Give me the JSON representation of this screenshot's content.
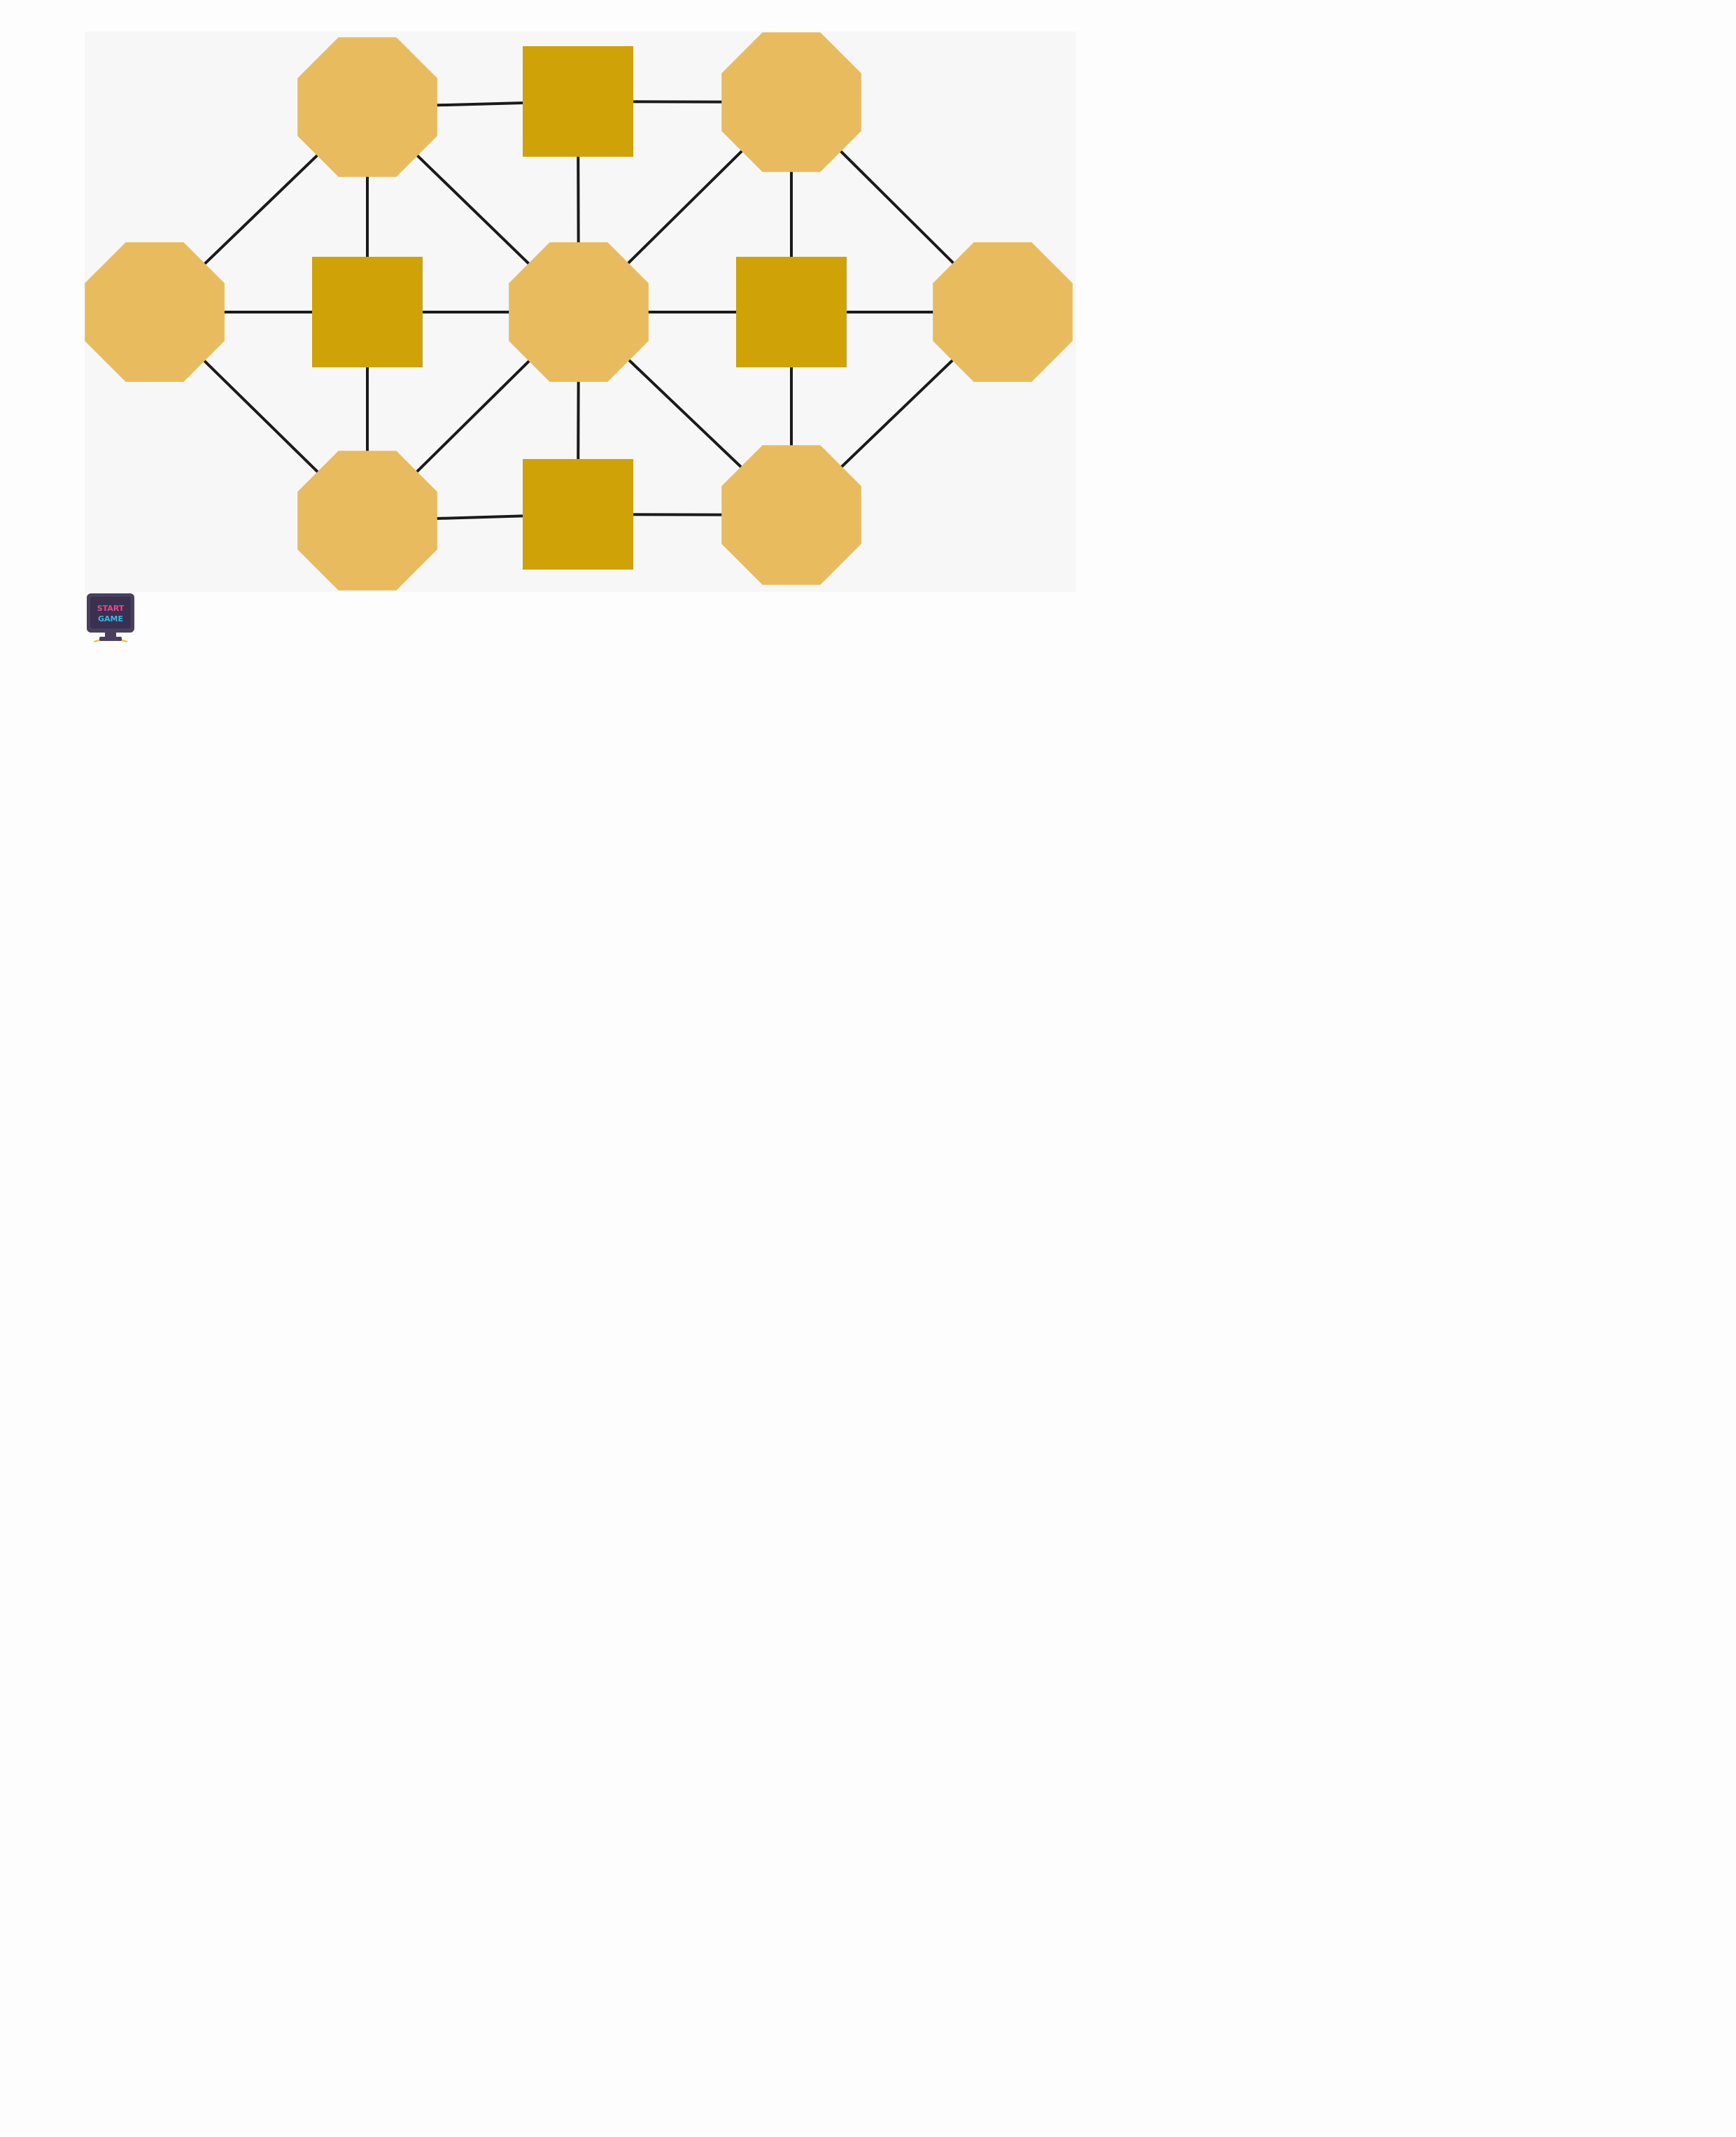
{
  "game": {
    "board": {
      "background_color": "#f7f7f7",
      "edge_color": "#1a1a1a",
      "octagon_color": "#e8bc5e",
      "square_color": "#cfa308",
      "nodes": [
        {
          "id": "oct-top-left",
          "shape": "octagon"
        },
        {
          "id": "square-top",
          "shape": "square"
        },
        {
          "id": "oct-top-right",
          "shape": "octagon"
        },
        {
          "id": "oct-mid-left",
          "shape": "octagon"
        },
        {
          "id": "square-mid-left",
          "shape": "square"
        },
        {
          "id": "oct-center",
          "shape": "octagon"
        },
        {
          "id": "square-mid-right",
          "shape": "square"
        },
        {
          "id": "oct-mid-right",
          "shape": "octagon"
        },
        {
          "id": "oct-bottom-left",
          "shape": "octagon"
        },
        {
          "id": "square-bottom",
          "shape": "square"
        },
        {
          "id": "oct-bottom-right",
          "shape": "octagon"
        }
      ],
      "edges": [
        [
          "oct-top-left",
          "square-top"
        ],
        [
          "square-top",
          "oct-top-right"
        ],
        [
          "oct-top-left",
          "oct-mid-left"
        ],
        [
          "oct-top-left",
          "square-mid-left"
        ],
        [
          "oct-top-left",
          "oct-center"
        ],
        [
          "square-top",
          "oct-center"
        ],
        [
          "oct-top-right",
          "oct-center"
        ],
        [
          "oct-top-right",
          "square-mid-right"
        ],
        [
          "oct-top-right",
          "oct-mid-right"
        ],
        [
          "oct-mid-left",
          "square-mid-left"
        ],
        [
          "square-mid-left",
          "oct-center"
        ],
        [
          "oct-center",
          "square-mid-right"
        ],
        [
          "square-mid-right",
          "oct-mid-right"
        ],
        [
          "oct-mid-left",
          "oct-bottom-left"
        ],
        [
          "square-mid-left",
          "oct-bottom-left"
        ],
        [
          "oct-center",
          "oct-bottom-left"
        ],
        [
          "oct-center",
          "square-bottom"
        ],
        [
          "oct-center",
          "oct-bottom-right"
        ],
        [
          "square-mid-right",
          "oct-bottom-right"
        ],
        [
          "oct-mid-right",
          "oct-bottom-right"
        ],
        [
          "oct-bottom-left",
          "square-bottom"
        ],
        [
          "square-bottom",
          "oct-bottom-right"
        ]
      ]
    },
    "start_button": {
      "line1": "START",
      "line2": "GAME",
      "icon": "monitor-icon",
      "frame_color": "#4a3f5c",
      "text_color_1": "#e84a8a",
      "text_color_2": "#39b7e8",
      "stand_color": "#f2c230"
    }
  }
}
